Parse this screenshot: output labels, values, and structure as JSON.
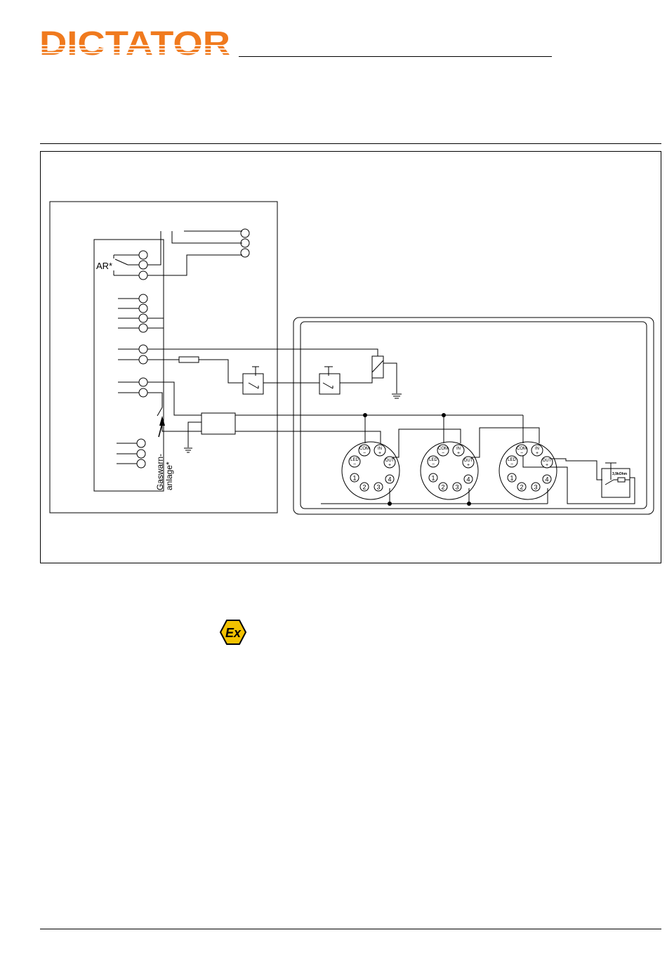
{
  "header": {
    "brand": "DICTATOR",
    "brand_color": "#f07a1e"
  },
  "diagram": {
    "relay_label": "AR*",
    "gas_label_line1": "Gaswarn-",
    "gas_label_line2": "anlage*",
    "resistor_label": "3,9kOhm",
    "detector_pins": {
      "com": "COM",
      "com_sign": "−",
      "in": "IN",
      "in_sign": "+",
      "out": "OUT",
      "out_sign": "+",
      "led": "LED",
      "led_sign": "−",
      "n1": "1",
      "n2": "2",
      "n3": "3",
      "n4": "4"
    }
  },
  "icons": {
    "ex": "ex-explosion-protection-icon",
    "ex_text": "Ex",
    "ex_color": "#f3c200"
  }
}
